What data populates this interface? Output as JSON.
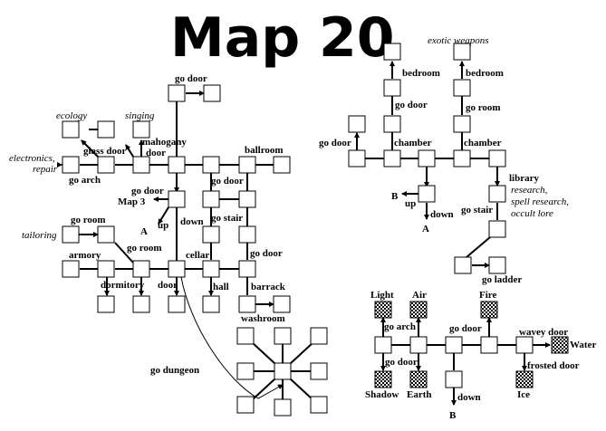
{
  "title": "Map 20",
  "labels": {
    "go_door_top": "go door",
    "ecology": "ecology",
    "singing": "singing",
    "glass_door": "glass door",
    "mahogany": "mahogany",
    "door_under_mahogany": "door",
    "ballroom": "ballroom",
    "electronics": "electronics,",
    "repair": "repair",
    "go_arch_left": "go arch",
    "go_door_mid": "go door",
    "map3": "Map 3",
    "go_door_right": "go door",
    "go_stair_mid": "go stair",
    "a_left": "A",
    "up_left": "up",
    "down_mid": "down",
    "go_room1": "go room",
    "tailoring": "tailoring",
    "go_room2": "go room",
    "cellar": "cellar",
    "go_door_barrack": "go door",
    "armory": "armory",
    "dormitory": "dormitory",
    "door_bottom": "door",
    "hall": "hall",
    "barrack": "barrack",
    "washroom": "washroom",
    "go_dungeon": "go dungeon",
    "exotic_weapons": "exotic weapons",
    "bedroom_l": "bedroom",
    "bedroom_r": "bedroom",
    "go_door_ne": "go door",
    "go_room_ne": "go room",
    "go_door_far": "go door",
    "chamber_l": "chamber",
    "chamber_r": "chamber",
    "library": "library",
    "research": "research,",
    "spell_research": "spell research,",
    "occult_lore": "occult lore",
    "b_ne": "B",
    "up_ne": "up",
    "down_ne": "down",
    "a_ne": "A",
    "go_stair_ne": "go stair",
    "go_ladder": "go ladder",
    "light": "Light",
    "air": "Air",
    "fire": "Fire",
    "go_arch_se": "go arch",
    "go_door_se1": "go door",
    "wavey_door": "wavey door",
    "water": "Water",
    "go_door_se2": "go door",
    "frosted_door": "frosted door",
    "shadow": "Shadow",
    "earth": "Earth",
    "ice": "Ice",
    "down_se": "down",
    "b_se": "B"
  }
}
